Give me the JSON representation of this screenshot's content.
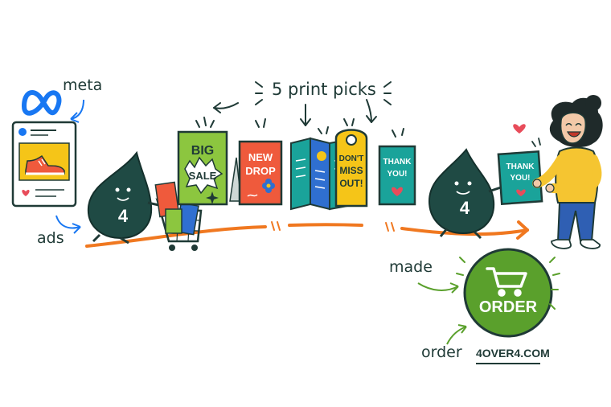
{
  "labels": {
    "meta": "meta",
    "ads": "ads",
    "print_picks": "5 print picks",
    "made": "made",
    "order": "order",
    "website": "4OVER4.COM"
  },
  "mascot": {
    "number": "4"
  },
  "print_items": {
    "big_sale": [
      "BIG",
      "SALE"
    ],
    "new_drop": [
      "NEW",
      "DROP"
    ],
    "dont_miss_out": [
      "DON'T",
      "MISS",
      "OUT!"
    ],
    "thank_you": [
      "THANK",
      "YOU!"
    ]
  },
  "order_button": {
    "label": "ORDER"
  },
  "colors": {
    "ink": "#1f3a36",
    "mascot_green": "#1f4a44",
    "path_orange": "#f07820",
    "meta_blue": "#1877f2",
    "order_green": "#5aa02c",
    "big_sale_green": "#8cc63f",
    "new_drop_red": "#ef5a3c",
    "brochure_blue": "#2f6fd0",
    "door_hanger_yellow": "#f5c518",
    "thank_you_teal": "#1aa39a",
    "shirt_yellow": "#f5c531",
    "jeans_blue": "#2f5fb3",
    "heart_red": "#e84c5a"
  },
  "icons": [
    "meta-logo-icon",
    "sneaker-icon",
    "heart-icon",
    "cart-icon",
    "flower-icon",
    "star-icon"
  ]
}
